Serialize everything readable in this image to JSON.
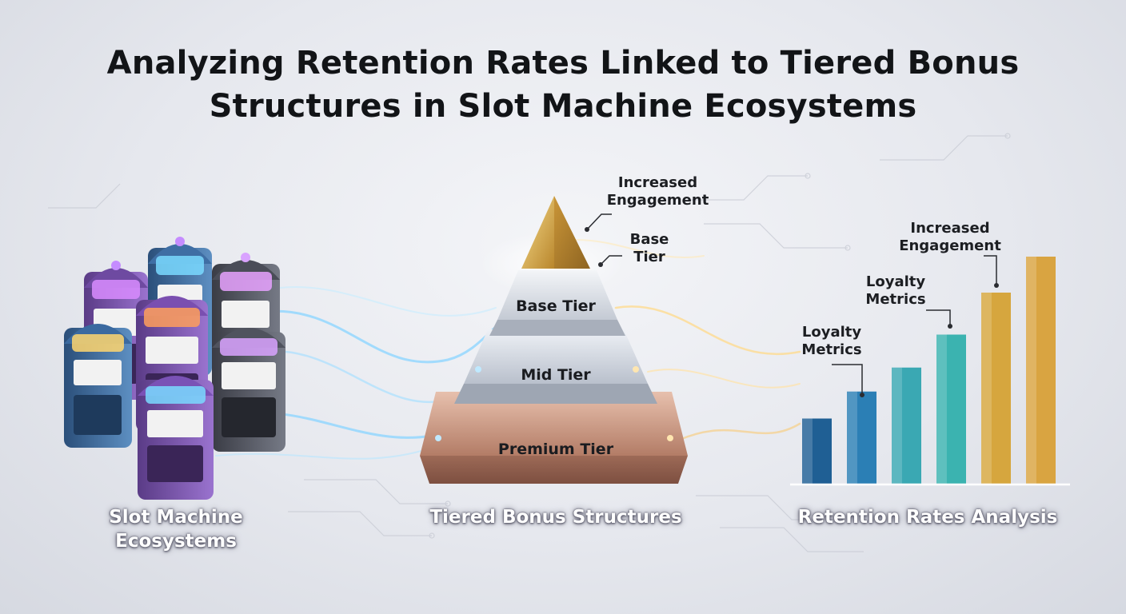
{
  "title": {
    "line1": "Analyzing Retention Rates Linked to Tiered Bonus",
    "line2": "Structures in Slot Machine Ecosystems"
  },
  "sections": {
    "slots": {
      "line1": "Slot Machine",
      "line2": "Ecosystems"
    },
    "pyramid": "Tiered Bonus Structures",
    "chart": "Retention Rates Analysis"
  },
  "pyramid": {
    "tiers": [
      {
        "label": "Base Tier"
      },
      {
        "label": "Mid Tier"
      },
      {
        "label": "Premium Tier"
      }
    ],
    "annotations": [
      {
        "line1": "Increased",
        "line2": "Engagement"
      },
      {
        "line1": "Base",
        "line2": "Tier"
      }
    ]
  },
  "chart_data": {
    "type": "bar",
    "title": "",
    "xlabel": "",
    "ylabel": "",
    "values": [
      22,
      31,
      39,
      50,
      64,
      76
    ],
    "ylim": [
      0,
      100
    ],
    "grid": false,
    "colors": [
      "#1f5f94",
      "#2b7fb5",
      "#3aa8b3",
      "#3bb3b0",
      "#d6a63e",
      "#d9a441"
    ],
    "annotations": [
      {
        "line1": "Loyalty",
        "line2": "Metrics",
        "bar": 1
      },
      {
        "line1": "Loyalty",
        "line2": "Metrics",
        "bar": 3
      },
      {
        "line1": "Increased",
        "line2": "Engagement",
        "bar": 4
      }
    ]
  },
  "colors": {
    "premium": "#c9937c",
    "mid": "#d2d7e0",
    "base": "#dfe3ea",
    "apex": "#d9a63c",
    "glow": "#7fd2ff"
  }
}
